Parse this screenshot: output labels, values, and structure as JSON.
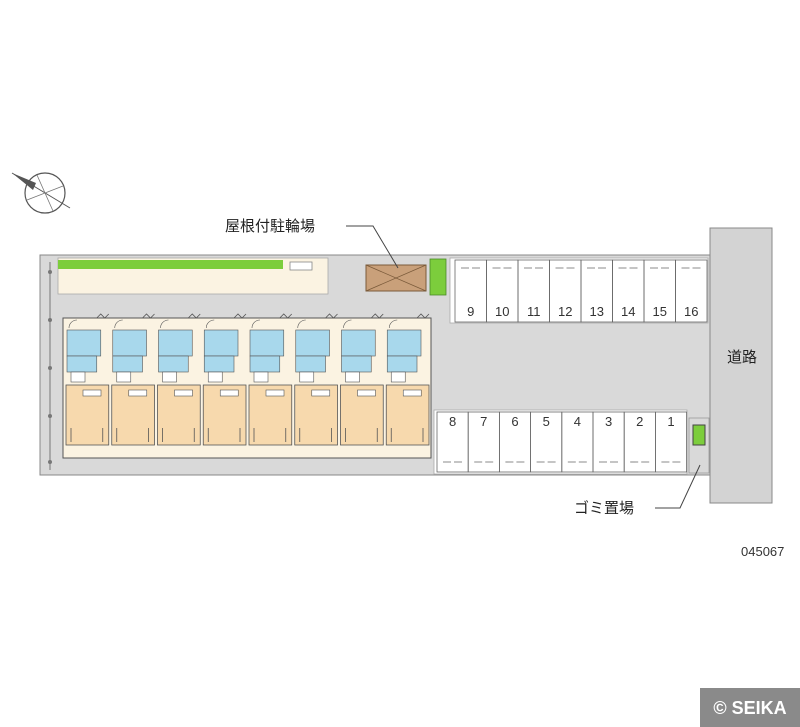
{
  "labels": {
    "bike_parking": "屋根付駐輪場",
    "road": "道路",
    "garbage": "ゴミ置場",
    "code": "045067",
    "copyright": "© SEIKA"
  },
  "parking": {
    "top_row": [
      "9",
      "10",
      "11",
      "12",
      "13",
      "14",
      "15",
      "16"
    ],
    "bottom_row": [
      "8",
      "7",
      "6",
      "5",
      "4",
      "3",
      "2",
      "1"
    ]
  },
  "building": {
    "unit_count": 8
  },
  "colors": {
    "paving": "#d9d9d9",
    "road": "#d3d3d3",
    "unit_floor": "#f7d9ad",
    "wet_area": "#a8d8ec",
    "hedge": "#7ccd3c",
    "bike_shed": "#c9a07a",
    "walkway": "#fbf3e2",
    "copyright_bg": "#8a8a8a"
  }
}
